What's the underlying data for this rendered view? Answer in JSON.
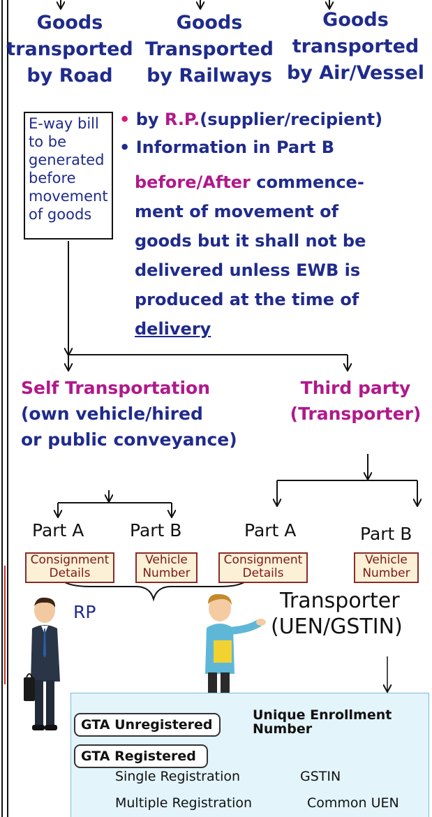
{
  "modes": {
    "road": {
      "line1": "Goods",
      "line2": "transported",
      "line3": "by Road"
    },
    "rail": {
      "line1": "Goods",
      "line2": "Transported",
      "line3": "by Railways"
    },
    "air": {
      "line1": "Goods",
      "line2": "transported",
      "line3": "by Air/Vessel"
    }
  },
  "road_box": {
    "line1": "E-way bill",
    "line2": "to be",
    "line3": "generated",
    "line4": "before",
    "line5": "movement",
    "line6": "of goods"
  },
  "bullets": {
    "b1_prefix": "by ",
    "b1_rp": "R.P.",
    "b1_suffix": "(supplier/recipient)",
    "b2": "Information in Part B",
    "b3_highlight": "before/After",
    "b3_rest": " commence-",
    "b4": "ment of movement of",
    "b5": "goods but it shall not be",
    "b6": "delivered unless EWB is",
    "b7": "produced at the time of",
    "b8": "delivery"
  },
  "self_transport": {
    "line1": "Self Transportation",
    "line2": "(own vehicle/hired",
    "line3": "or public conveyance)"
  },
  "third_party": {
    "line1": "Third party",
    "line2": "(Transporter)"
  },
  "parts": {
    "self_a": "Part A",
    "self_b": "Part B",
    "third_a": "Part A",
    "third_b": "Part B"
  },
  "tags": {
    "consignment1_l1": "Consignment",
    "consignment1_l2": "Details",
    "vehicle1_l1": "Vehicle",
    "vehicle1_l2": "Number",
    "consignment2_l1": "Consignment",
    "consignment2_l2": "Details",
    "vehicle2_l1": "Vehicle",
    "vehicle2_l2": "Number"
  },
  "rp_label": "RP",
  "transporter": {
    "line1": "Transporter",
    "line2": "(UEN/GSTIN)"
  },
  "gta": {
    "unregistered": "GTA Unregistered",
    "uen_l1": "Unique Enrollment",
    "uen_l2": "Number",
    "registered": "GTA Registered",
    "single": "Single Registration",
    "gstin": "GSTIN",
    "multiple": "Multiple Registration",
    "common_uen": "Common UEN"
  },
  "colors": {
    "navy": "#1f2b8c",
    "magenta": "#b0198a",
    "pink": "#d8177a",
    "tag_bg": "#fcf1d7",
    "panel_bg": "#e3f4fb"
  }
}
